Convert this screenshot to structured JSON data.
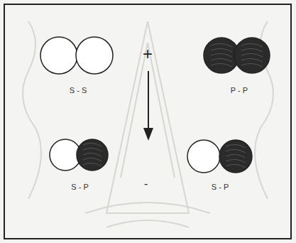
{
  "diagram": {
    "nodes": [
      {
        "text": [
          "S - S"
        ]
      },
      {
        "text": [
          "P - P"
        ]
      },
      {
        "text": [
          "S - P"
        ]
      },
      {
        "text": [
          "S - P"
        ]
      }
    ],
    "labels": [
      "+",
      "-"
    ]
  }
}
